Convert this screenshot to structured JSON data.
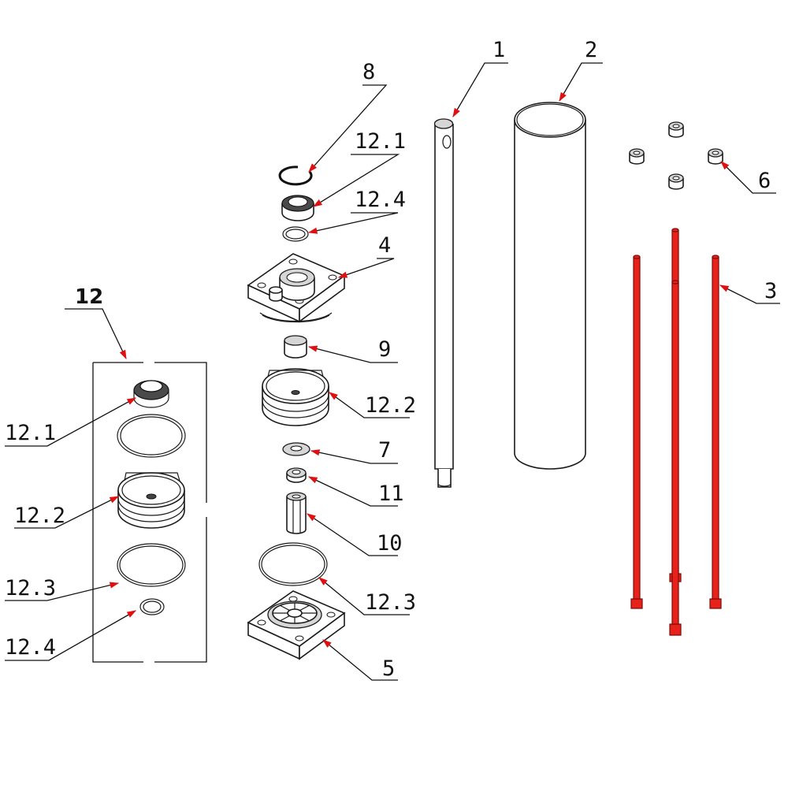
{
  "diagram": {
    "colors": {
      "line": "#111111",
      "rod": "#e8221b",
      "rod_edge": "#7a0d0a",
      "background": "#ffffff"
    },
    "kit_label": "12",
    "labels": {
      "p1": "1",
      "p2": "2",
      "p3": "3",
      "p4": "4",
      "p5": "5",
      "p6": "6",
      "p7": "7",
      "p8": "8",
      "p9": "9",
      "p10": "10",
      "p11": "11",
      "p12_1_center": "12.1",
      "p12_4_center": "12.4",
      "p12_2_center": "12.2",
      "p12_3_center": "12.3",
      "p12_1_kit": "12.1",
      "p12_2_kit": "12.2",
      "p12_3_kit": "12.3",
      "p12_4_kit": "12.4"
    }
  }
}
